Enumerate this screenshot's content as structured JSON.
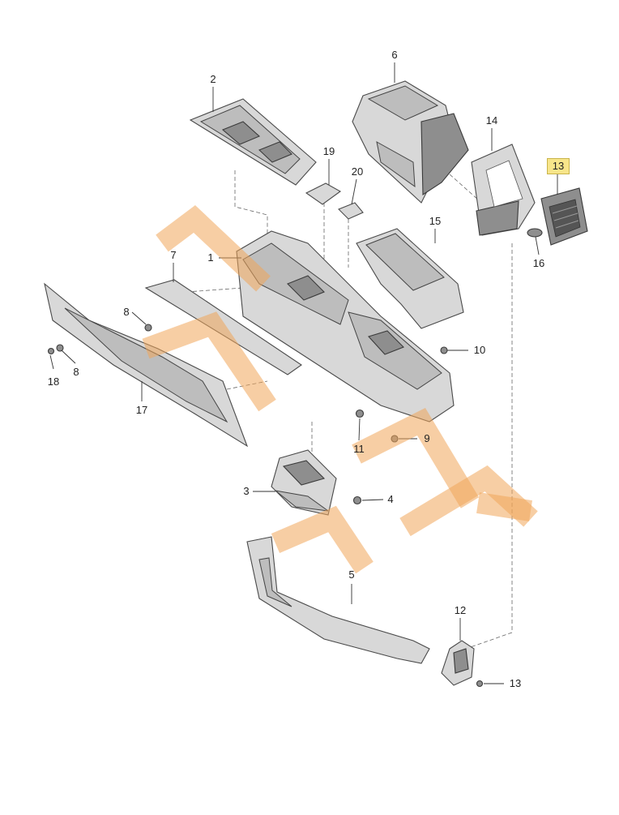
{
  "diagram": {
    "callouts": [
      {
        "id": "c1",
        "text": "1"
      },
      {
        "id": "c2",
        "text": "2"
      },
      {
        "id": "c3",
        "text": "3"
      },
      {
        "id": "c4",
        "text": "4"
      },
      {
        "id": "c5",
        "text": "5"
      },
      {
        "id": "c6",
        "text": "6"
      },
      {
        "id": "c7",
        "text": "7"
      },
      {
        "id": "c8a",
        "text": "8"
      },
      {
        "id": "c8b",
        "text": "8"
      },
      {
        "id": "c9",
        "text": "9"
      },
      {
        "id": "c10",
        "text": "10"
      },
      {
        "id": "c11",
        "text": "11"
      },
      {
        "id": "c12",
        "text": "12"
      },
      {
        "id": "c13",
        "text": "13"
      },
      {
        "id": "c14",
        "text": "14",
        "highlighted": true
      },
      {
        "id": "c15",
        "text": "15"
      },
      {
        "id": "c16",
        "text": "16"
      },
      {
        "id": "c17",
        "text": "17"
      },
      {
        "id": "c18",
        "text": "18"
      },
      {
        "id": "c19",
        "text": "19"
      },
      {
        "id": "c20",
        "text": "20"
      },
      {
        "id": "c21",
        "text": "21"
      }
    ],
    "highlight_color": "#f7e58a",
    "watermark_color": "#f0a55a"
  }
}
